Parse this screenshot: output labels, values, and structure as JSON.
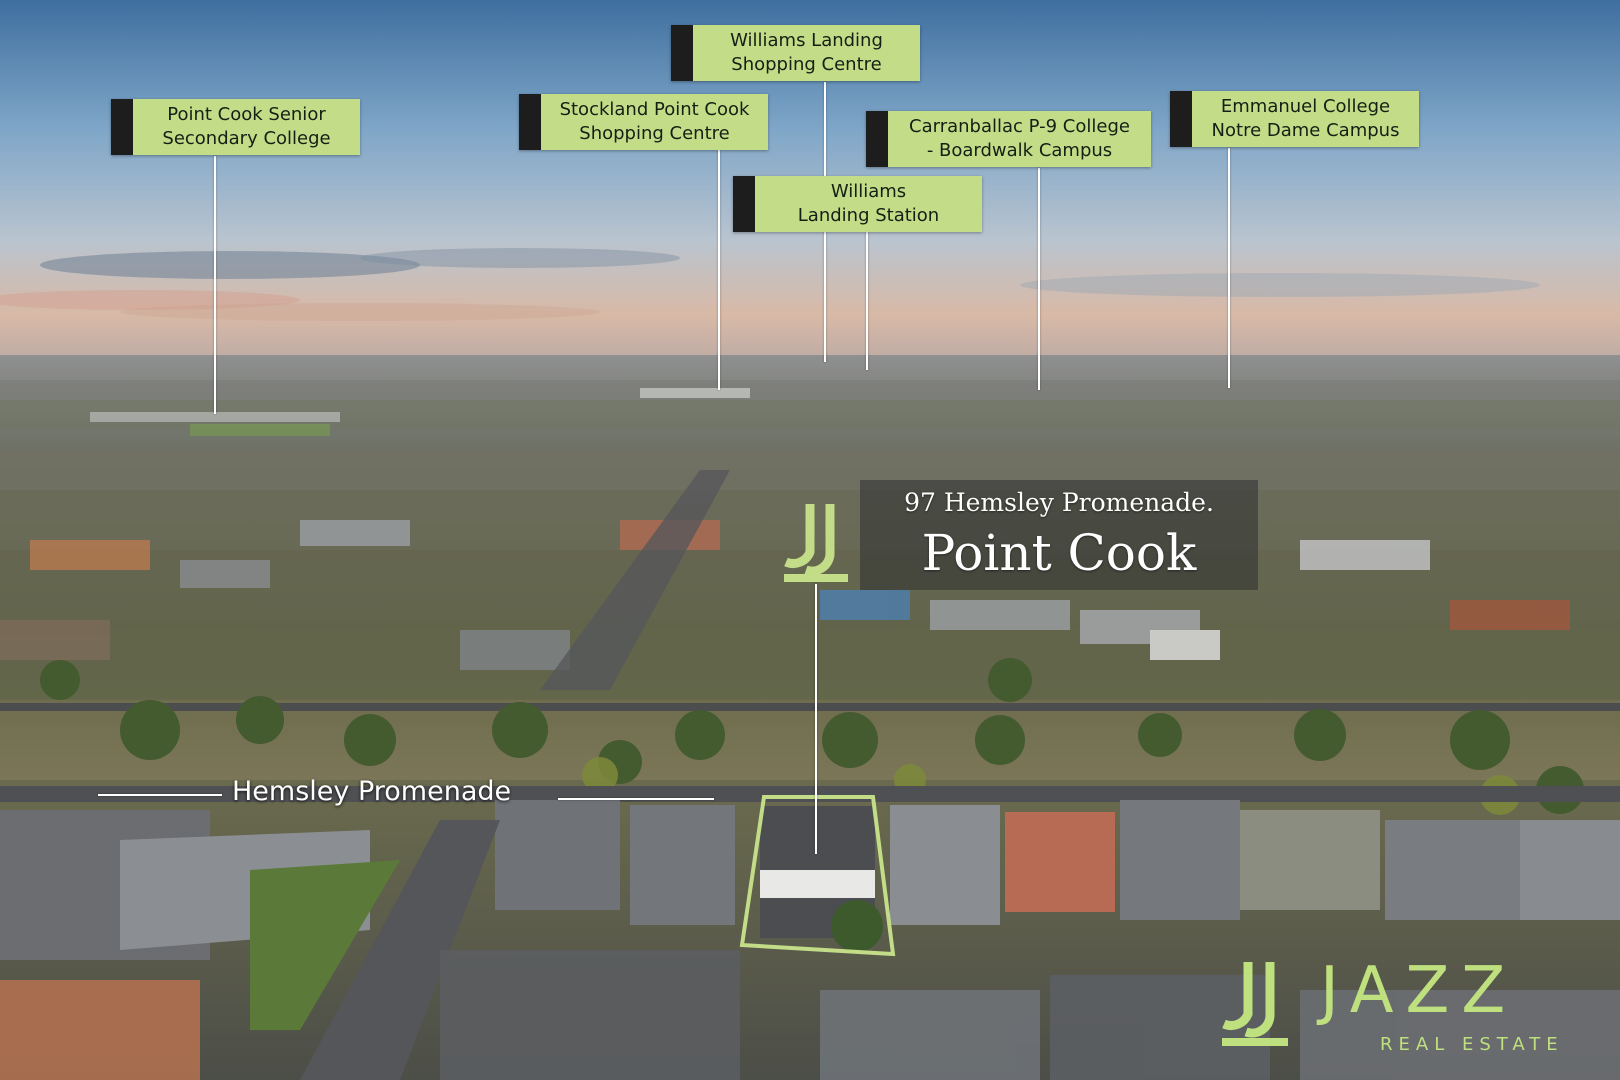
{
  "annotations": [
    {
      "id": "point-cook-senior",
      "lines": [
        "Point Cook Senior",
        "Secondary College"
      ]
    },
    {
      "id": "stockland",
      "lines": [
        "Stockland Point Cook",
        "Shopping Centre"
      ]
    },
    {
      "id": "williams-landing-shopping",
      "lines": [
        "Williams Landing",
        "Shopping Centre"
      ]
    },
    {
      "id": "williams-landing-station",
      "lines": [
        "Williams",
        "Landing Station"
      ]
    },
    {
      "id": "carranballac",
      "lines": [
        "Carranballac P-9 College",
        "- Boardwalk Campus"
      ]
    },
    {
      "id": "emmanuel",
      "lines": [
        "Emmanuel College",
        "Notre Dame Campus"
      ]
    }
  ],
  "property": {
    "street": "97 Hemsley Promenade.",
    "suburb": "Point Cook"
  },
  "street_label": "Hemsley Promenade",
  "brand": {
    "name": "JAZZ",
    "tagline": "REAL ESTATE",
    "accent_color": "#c3dc88",
    "label_tab_color": "#1d1d1d"
  }
}
